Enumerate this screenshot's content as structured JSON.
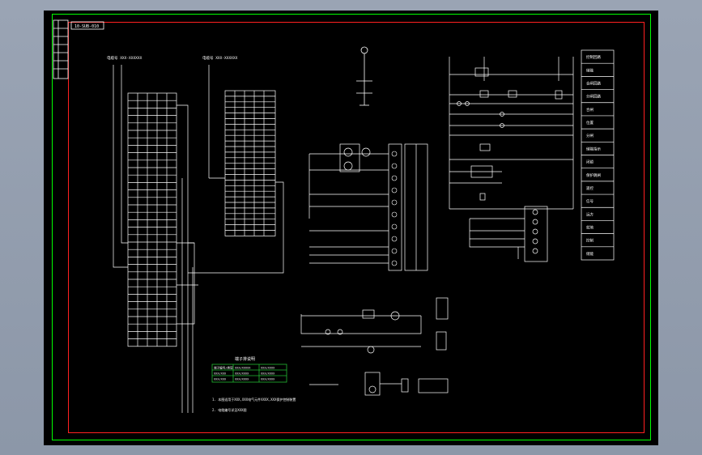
{
  "viewer": {
    "background_color": "#000000",
    "outer_frame_color": "#00ff00",
    "inner_frame_color": "#ff2020",
    "line_color": "#ffffff"
  },
  "title_block": {
    "drawing_number": "10-SUB-010"
  },
  "cable_tables": [
    {
      "id": "left",
      "label": "电缆号 XXX-XXXXXX",
      "rows": 34
    },
    {
      "id": "middle",
      "label": "电缆号 XXX-XXXXXX",
      "rows": 26
    }
  ],
  "legend_table": {
    "title": "端子排说明",
    "color": "#22bb33",
    "rows": [
      [
        "端子编号/类型",
        "XXX/XXXXX",
        "XXX/XXXX"
      ],
      [
        "XXX/XXX",
        "XXX/XXXX",
        "XXX/XXXX"
      ],
      [
        "XXX/XXX",
        "XXX/XXXX",
        "XXX/XXXX"
      ]
    ]
  },
  "notes": [
    "1. 本图适用于XXX,XXX电气元件XXXX,XXX保护控制装置",
    "2. 电缆编号详见XXX图"
  ],
  "right_panel": {
    "items": [
      "控制回路",
      "储能",
      "合闸回路",
      "分闸回路",
      "合闸",
      "位置",
      "分闸",
      "储能指示",
      "闭锁",
      "保护跳闸",
      "遥控",
      "信号",
      "远方",
      "就地",
      "控制",
      "储能"
    ]
  },
  "icons": [
    "ground-symbol-icon",
    "transformer-icon",
    "switch-icon",
    "fuse-icon",
    "indicator-lamp-icon"
  ]
}
